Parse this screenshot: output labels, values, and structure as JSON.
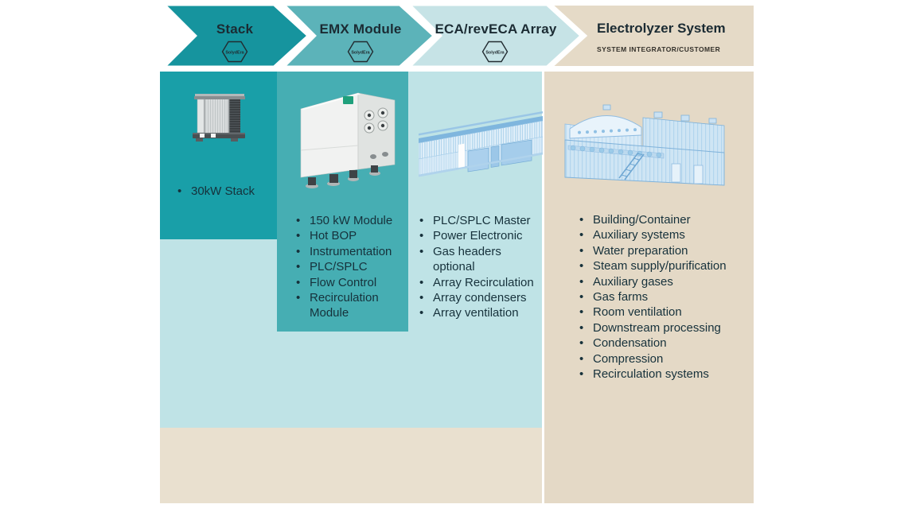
{
  "slide": {
    "title_flow": "Stack to Electrolyzer System product flow",
    "colors": {
      "step1_teal": "#16949e",
      "step2_teal": "#5cb3b9",
      "step3_pale_teal": "#c6e3e6",
      "step4_beige": "#e5dac7",
      "col1_bg": "#199fa8",
      "col2_bg": "#46aeb3",
      "col3_bg": "#bfe3e6",
      "col4_bg": "#e4d9c6",
      "bottom_left_bg": "#e9e0cf",
      "text_dark": "#16313b"
    },
    "steps": [
      {
        "label": "Stack",
        "badge": "SolydEra"
      },
      {
        "label": "EMX Module",
        "badge": "SolydEra"
      },
      {
        "label": "ECA/revECA Array",
        "badge": "SolydEra"
      },
      {
        "label": "Electrolyzer System",
        "sublabel": "SYSTEM INTEGRATOR/CUSTOMER"
      }
    ],
    "columns": [
      {
        "id": "stack",
        "items": [
          "30kW Stack"
        ]
      },
      {
        "id": "emx-module",
        "items": [
          "150 kW Module",
          "Hot BOP",
          "Instrumentation",
          "PLC/SPLC",
          "Flow Control",
          "Recirculation Module"
        ]
      },
      {
        "id": "eca-array",
        "items": [
          "PLC/SPLC Master",
          "Power Electronic",
          "Gas headers optional",
          "Array Recirculation",
          "Array condensers",
          "Array ventilation"
        ]
      },
      {
        "id": "electrolyzer-system",
        "items": [
          "Building/Container",
          "Auxiliary systems",
          "Water preparation",
          "Steam supply/purification",
          "Auxiliary gases",
          "Gas farms",
          "Room ventilation",
          "Downstream processing",
          "Condensation",
          "Compression",
          "Recirculation systems"
        ]
      }
    ]
  }
}
